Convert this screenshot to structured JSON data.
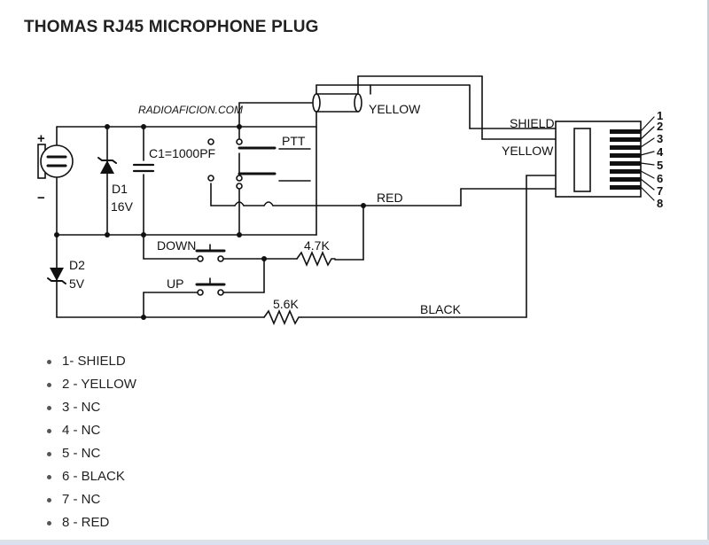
{
  "title": "THOMAS RJ45 MICROPHONE PLUG",
  "schematic": {
    "website": "RADIOAFICION.COM",
    "labels": {
      "plus": "+",
      "minus": "−",
      "d1": "D1",
      "d1_value": "16V",
      "c1": "C1=1000PF",
      "ptt": "PTT",
      "yellow_cable": "YELLOW",
      "shield": "SHIELD",
      "yellow_wire": "YELLOW",
      "red": "RED",
      "down": "DOWN",
      "r1": "4.7K",
      "up": "UP",
      "d2": "D2",
      "d2_value": "5V",
      "r2": "5.6K",
      "black": "BLACK"
    },
    "connector_pins": [
      "1",
      "2",
      "3",
      "4",
      "5",
      "6",
      "7",
      "8"
    ]
  },
  "pinout": [
    "1- SHIELD",
    "2 - YELLOW",
    "3 - NC",
    "4 - NC",
    "5 - NC",
    "6 - BLACK",
    "7 - NC",
    "8 - RED"
  ]
}
